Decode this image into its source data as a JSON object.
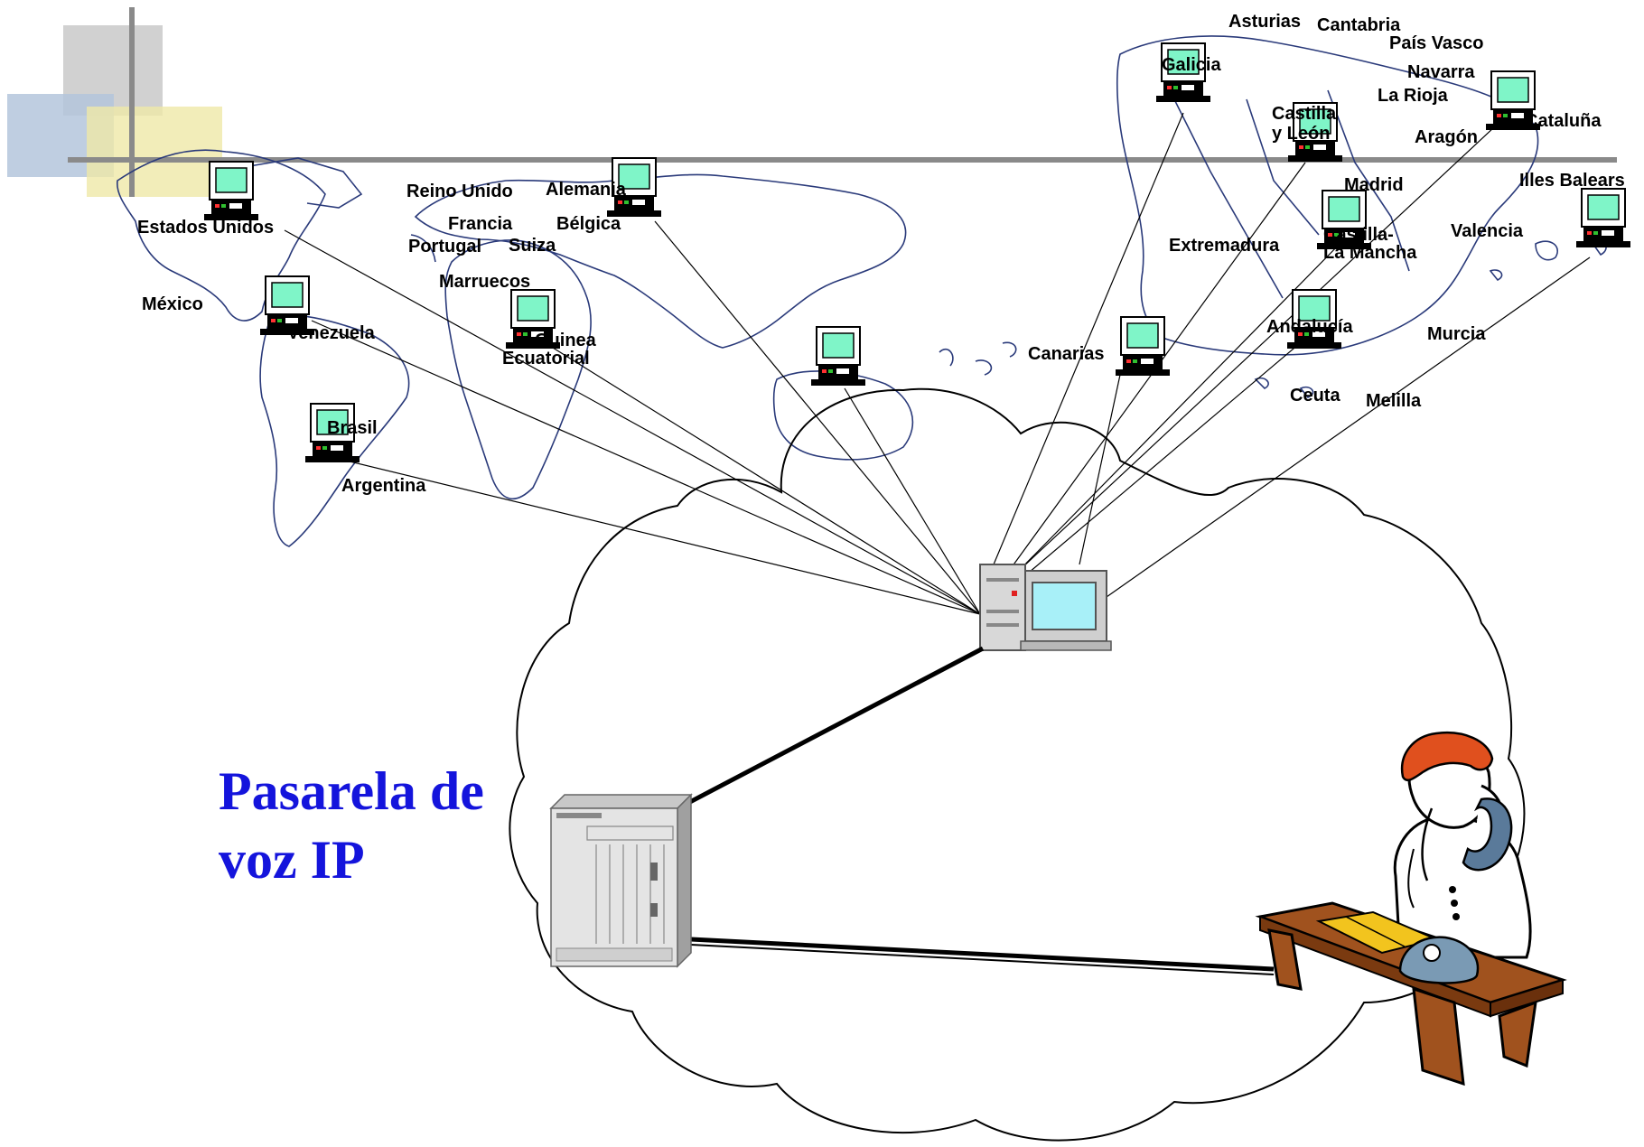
{
  "caption": {
    "line1": "Pasarela de",
    "line2": "voz IP"
  },
  "world_labels": {
    "estados_unidos": "Estados Unidos",
    "mexico": "México",
    "venezuela": "Venezuela",
    "brasil": "Brasil",
    "argentina": "Argentina",
    "reino_unido": "Reino Unido",
    "alemania": "Alemania",
    "francia": "Francia",
    "belgica": "Bélgica",
    "portugal": "Portugal",
    "suiza": "Suiza",
    "marruecos": "Marruecos",
    "guinea": "Guinea",
    "ecuatorial": "Ecuatorial"
  },
  "spain_labels": {
    "asturias": "Asturias",
    "cantabria": "Cantabria",
    "galicia": "Galicia",
    "pais_vasco": "País Vasco",
    "navarra": "Navarra",
    "la_rioja": "La Rioja",
    "castilla_leon_1": "Castilla",
    "castilla_leon_2": "y León",
    "cataluna": "Cataluña",
    "aragon": "Aragón",
    "madrid": "Madrid",
    "illes_balears": "Illes Balears",
    "extremadura": "Extremadura",
    "castilla_mancha_1": "Castilla-",
    "castilla_mancha_2": "La Mancha",
    "valencia": "Valencia",
    "canarias": "Canarias",
    "andalucia": "Andalucía",
    "murcia": "Murcia",
    "ceuta": "Ceuta",
    "melilla": "Melilla"
  },
  "colors": {
    "caption": "#1414dc",
    "terminal_screen": "#7ff5c8",
    "server_screen": "#a8f0f8",
    "map_outline": "#2a3a7a",
    "desk": "#a0521e",
    "hair": "#e0501e"
  }
}
